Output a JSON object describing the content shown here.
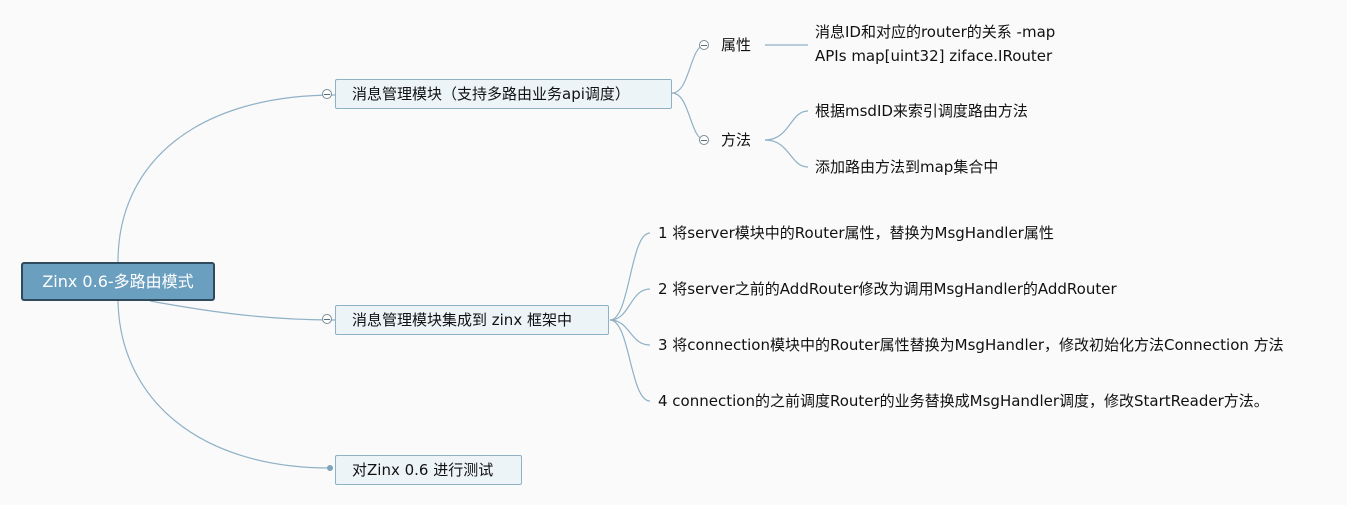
{
  "root": {
    "label": "Zinx 0.6-多路由模式"
  },
  "branches": [
    {
      "label": "消息管理模块（支持多路由业务api调度）",
      "children": [
        {
          "label": "属性",
          "details": [
            "消息ID和对应的router的关系 -map",
            "APIs map[uint32] ziface.IRouter"
          ]
        },
        {
          "label": "方法",
          "details": [
            "根据msdID来索引调度路由方法",
            "添加路由方法到map集合中"
          ]
        }
      ]
    },
    {
      "label": "消息管理模块集成到 zinx 框架中",
      "items": [
        "1 将server模块中的Router属性，替换为MsgHandler属性",
        "2 将server之前的AddRouter修改为调用MsgHandler的AddRouter",
        "3 将connection模块中的Router属性替换为MsgHandler，修改初始化方法Connection 方法",
        "4 connection的之前调度Router的业务替换成MsgHandler调度，修改StartReader方法。"
      ]
    },
    {
      "label": "对Zinx 0.6 进行测试"
    }
  ],
  "colors": {
    "line": "#8fb1c6",
    "root_fill": "#6b9fc0",
    "root_border": "#2f4a5c",
    "box_fill": "#edf4f8"
  }
}
